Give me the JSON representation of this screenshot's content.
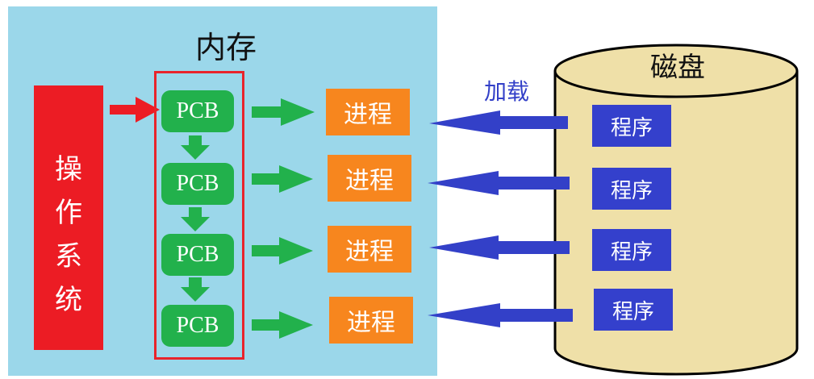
{
  "memory": {
    "title": "内存"
  },
  "os": {
    "chars": [
      "操",
      "作",
      "系",
      "统"
    ]
  },
  "pcbs": [
    "PCB",
    "PCB",
    "PCB",
    "PCB"
  ],
  "processes": [
    "进程",
    "进程",
    "进程",
    "进程"
  ],
  "disk": {
    "title": "磁盘",
    "load_label": "加载",
    "programs": [
      "程序",
      "程序",
      "程序",
      "程序"
    ]
  },
  "colors": {
    "memory_bg": "#9bd7ea",
    "os": "#ec1c24",
    "pcb": "#22b14c",
    "process": "#f7861e",
    "program": "#3440cc",
    "disk": "#efe0a8",
    "load_arrow": "#3340c8"
  }
}
